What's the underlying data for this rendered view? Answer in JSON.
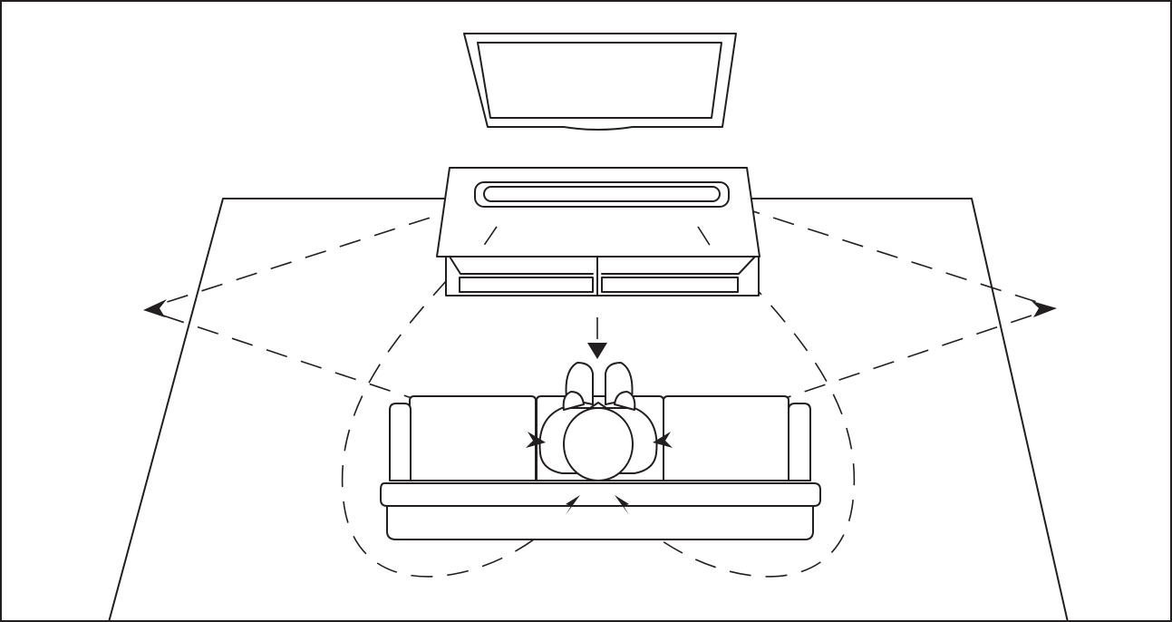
{
  "diagram": {
    "colors": {
      "ink": "#231f20",
      "background": "#ffffff"
    },
    "components": [
      {
        "id": "tv",
        "icon": "tv-icon"
      },
      {
        "id": "soundbar",
        "icon": "soundbar-icon"
      },
      {
        "id": "media-console",
        "icon": "cabinet-icon"
      },
      {
        "id": "sofa",
        "icon": "sofa-icon"
      },
      {
        "id": "listener",
        "icon": "person-topdown-icon"
      },
      {
        "id": "floor-rug",
        "icon": "floor-outline"
      }
    ],
    "sound_paths": [
      {
        "id": "front-to-listener",
        "style": "dashed",
        "arrow": "end"
      },
      {
        "id": "left-wall-reflection",
        "style": "dashed",
        "arrow": "end"
      },
      {
        "id": "right-wall-reflection",
        "style": "dashed",
        "arrow": "end"
      },
      {
        "id": "left-surround-loop",
        "style": "dashed",
        "arrow": "end"
      },
      {
        "id": "right-surround-loop",
        "style": "dashed",
        "arrow": "end"
      }
    ]
  }
}
